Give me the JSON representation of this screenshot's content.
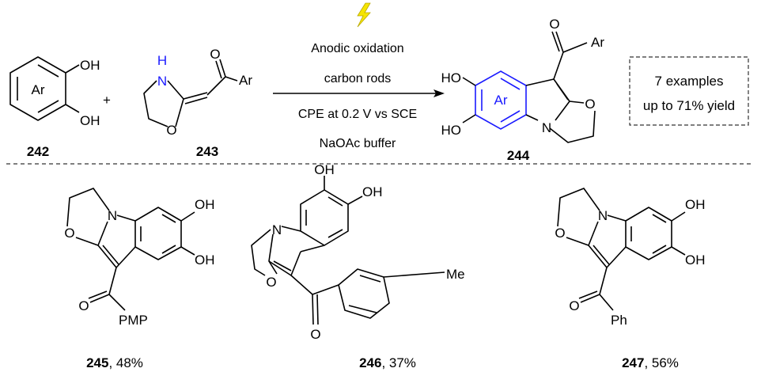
{
  "reaction": {
    "conditions": [
      "Anodic oxidation",
      "carbon rods",
      "CPE at 0.2 V vs SCE",
      "NaOAc buffer"
    ],
    "plus": "+",
    "summary_box": [
      "7 examples",
      "up to 71% yield"
    ],
    "icon": "lightning-bolt-icon",
    "colors": {
      "highlight": "#1a1aff",
      "bolt": "#f5e500"
    }
  },
  "compounds": {
    "c242": {
      "id": "242",
      "atoms": {
        "ar": "Ar",
        "oh1": "OH",
        "oh2": "OH"
      }
    },
    "c243": {
      "id": "243",
      "atoms": {
        "n": "N",
        "h": "H",
        "o_ring": "O",
        "o_carbonyl": "O",
        "ar": "Ar"
      }
    },
    "c244": {
      "id": "244",
      "atoms": {
        "ho1": "HO",
        "ho2": "HO",
        "ar": "Ar",
        "n": "N",
        "o_ring": "O",
        "o_carbonyl": "O",
        "ar2": "Ar"
      }
    },
    "c245": {
      "id": "245",
      "yield": ", 48%",
      "atoms": {
        "oh1": "OH",
        "oh2": "OH",
        "n": "N",
        "o_ring": "O",
        "o_carbonyl": "O",
        "sub": "PMP"
      }
    },
    "c246": {
      "id": "246",
      "yield": ", 37%",
      "atoms": {
        "oh1": "OH",
        "oh2": "OH",
        "n": "N",
        "o_ring": "O",
        "o_carbonyl": "O",
        "sub": "Me"
      }
    },
    "c247": {
      "id": "247",
      "yield": ", 56%",
      "atoms": {
        "oh1": "OH",
        "oh2": "OH",
        "n": "N",
        "o_ring": "O",
        "o_carbonyl": "O",
        "sub": "Ph"
      }
    }
  }
}
